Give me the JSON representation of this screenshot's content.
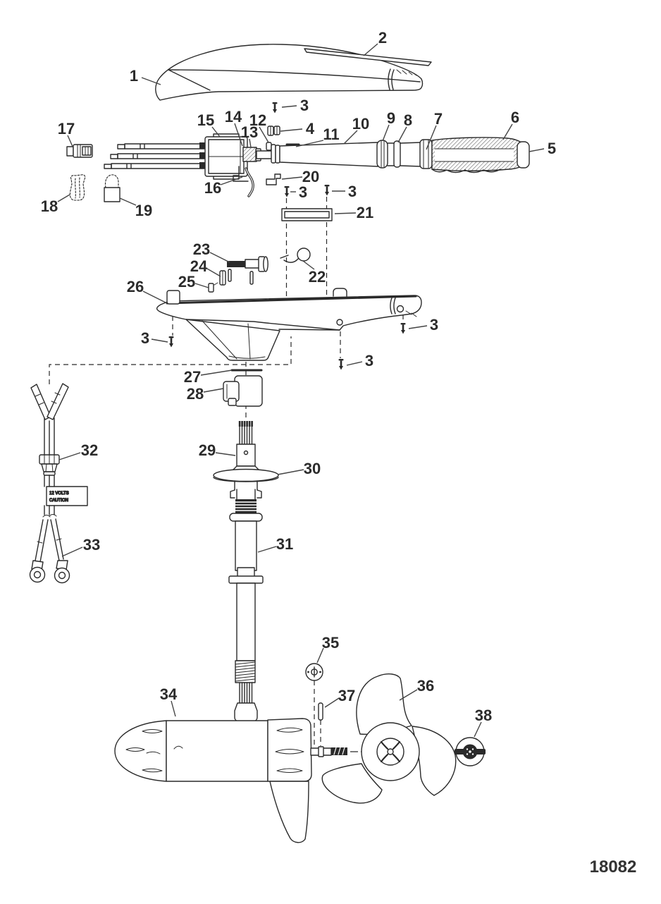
{
  "doc": {
    "number": "18082"
  },
  "tag": {
    "line1": "12 VOLTS",
    "line2": "CAUTION"
  },
  "colors": {
    "ink": "#2a2a2a",
    "label": "#2b2b2b",
    "leader": "#444444",
    "background": "#ffffff"
  },
  "diagram_title": "Trolling motor exploded parts diagram",
  "callouts": [
    {
      "n": "1",
      "label": [
        190,
        107
      ],
      "line": [
        [
          201,
          110
        ],
        [
          228,
          120
        ]
      ]
    },
    {
      "n": "2",
      "label": [
        543,
        53
      ],
      "line": [
        [
          536,
          62
        ],
        [
          516,
          79
        ]
      ]
    },
    {
      "n": "3",
      "label": [
        432,
        149
      ],
      "line": [
        [
          421,
          150
        ],
        [
          400,
          152
        ]
      ]
    },
    {
      "n": "4",
      "label": [
        440,
        182
      ],
      "line": [
        [
          429,
          183
        ],
        [
          398,
          186
        ]
      ]
    },
    {
      "n": "5",
      "label": [
        783,
        210
      ],
      "line": [
        [
          772,
          211
        ],
        [
          751,
          215
        ]
      ]
    },
    {
      "n": "6",
      "label": [
        731,
        166
      ],
      "line": [
        [
          727,
          176
        ],
        [
          714,
          198
        ]
      ]
    },
    {
      "n": "7",
      "label": [
        622,
        168
      ],
      "line": [
        [
          619,
          178
        ],
        [
          605,
          212
        ]
      ]
    },
    {
      "n": "8",
      "label": [
        579,
        170
      ],
      "line": [
        [
          577,
          180
        ],
        [
          565,
          202
        ]
      ]
    },
    {
      "n": "9",
      "label": [
        555,
        167
      ],
      "line": [
        [
          552,
          177
        ],
        [
          543,
          200
        ]
      ]
    },
    {
      "n": "10",
      "label": [
        512,
        175
      ],
      "line": [
        [
          507,
          185
        ],
        [
          488,
          204
        ]
      ]
    },
    {
      "n": "11",
      "label": [
        470,
        190
      ],
      "line": [
        [
          459,
          199
        ],
        [
          420,
          208
        ]
      ]
    },
    {
      "n": "12",
      "label": [
        366,
        170
      ],
      "line": [
        [
          368,
          180
        ],
        [
          381,
          202
        ]
      ]
    },
    {
      "n": "13",
      "label": [
        354,
        187
      ],
      "line": [
        [
          354,
          197
        ],
        [
          356,
          209
        ]
      ]
    },
    {
      "n": "14",
      "label": [
        331,
        165
      ],
      "line": [
        [
          333,
          175
        ],
        [
          344,
          207
        ]
      ]
    },
    {
      "n": "15",
      "label": [
        292,
        170
      ],
      "line": [
        [
          301,
          180
        ],
        [
          312,
          194
        ]
      ]
    },
    {
      "n": "16",
      "label": [
        302,
        266
      ],
      "line": [
        [
          313,
          262
        ],
        [
          344,
          251
        ]
      ]
    },
    {
      "n": "17",
      "label": [
        94,
        182
      ],
      "line": [
        [
          96,
          192
        ],
        [
          104,
          210
        ]
      ]
    },
    {
      "n": "18",
      "label": [
        70,
        292
      ],
      "line": [
        [
          82,
          286
        ],
        [
          99,
          276
        ]
      ]
    },
    {
      "n": "19",
      "label": [
        204,
        298
      ],
      "line": [
        [
          193,
          291
        ],
        [
          170,
          281
        ]
      ]
    },
    {
      "n": "20",
      "label": [
        441,
        250
      ],
      "line": [
        [
          429,
          251
        ],
        [
          400,
          254
        ]
      ]
    },
    {
      "n": "21",
      "label": [
        518,
        301
      ],
      "line": [
        [
          505,
          302
        ],
        [
          475,
          303
        ]
      ]
    },
    {
      "n": "22",
      "label": [
        450,
        392
      ],
      "line": [
        [
          446,
          382
        ],
        [
          430,
          370
        ]
      ]
    },
    {
      "n": "23",
      "label": [
        286,
        353
      ],
      "line": [
        [
          298,
          358
        ],
        [
          326,
          372
        ]
      ]
    },
    {
      "n": "24",
      "label": [
        282,
        377
      ],
      "line": [
        [
          294,
          381
        ],
        [
          313,
          392
        ]
      ]
    },
    {
      "n": "25",
      "label": [
        265,
        399
      ],
      "line": [
        [
          277,
          402
        ],
        [
          296,
          408
        ]
      ]
    },
    {
      "n": "26",
      "label": [
        192,
        406
      ],
      "line": [
        [
          203,
          413
        ],
        [
          237,
          430
        ]
      ]
    },
    {
      "n": "27",
      "label": [
        273,
        534
      ],
      "line": [
        [
          285,
          532
        ],
        [
          329,
          525
        ]
      ]
    },
    {
      "n": "28",
      "label": [
        277,
        558
      ],
      "line": [
        [
          289,
          556
        ],
        [
          317,
          551
        ]
      ]
    },
    {
      "n": "29",
      "label": [
        294,
        638
      ],
      "line": [
        [
          306,
          642
        ],
        [
          334,
          646
        ]
      ]
    },
    {
      "n": "30",
      "label": [
        443,
        664
      ],
      "line": [
        [
          431,
          666
        ],
        [
          394,
          673
        ]
      ]
    },
    {
      "n": "31",
      "label": [
        404,
        771
      ],
      "line": [
        [
          392,
          775
        ],
        [
          366,
          783
        ]
      ]
    },
    {
      "n": "32",
      "label": [
        127,
        638
      ],
      "line": [
        [
          114,
          642
        ],
        [
          84,
          652
        ]
      ]
    },
    {
      "n": "33",
      "label": [
        130,
        772
      ],
      "line": [
        [
          117,
          776
        ],
        [
          88,
          789
        ]
      ]
    },
    {
      "n": "34",
      "label": [
        239,
        984
      ],
      "line": [
        [
          243,
          994
        ],
        [
          249,
          1016
        ]
      ]
    },
    {
      "n": "35",
      "label": [
        469,
        911
      ],
      "line": [
        [
          459,
          919
        ],
        [
          450,
          940
        ]
      ]
    },
    {
      "n": "36",
      "label": [
        604,
        972
      ],
      "line": [
        [
          592,
          978
        ],
        [
          567,
          993
        ]
      ]
    },
    {
      "n": "37",
      "label": [
        492,
        986
      ],
      "line": [
        [
          481,
          990
        ],
        [
          461,
          1003
        ]
      ]
    },
    {
      "n": "38",
      "label": [
        686,
        1014
      ],
      "line": [
        [
          683,
          1024
        ],
        [
          673,
          1045
        ]
      ]
    },
    {
      "n": "3",
      "label": [
        430,
        272
      ],
      "line": [
        [
          420,
          272
        ],
        [
          412,
          272
        ]
      ]
    },
    {
      "n": "3",
      "label": [
        500,
        271
      ],
      "line": [
        [
          490,
          271
        ],
        [
          471,
          271
        ]
      ]
    },
    {
      "n": "3",
      "label": [
        206,
        479
      ],
      "line": [
        [
          215,
          481
        ],
        [
          238,
          485
        ]
      ]
    },
    {
      "n": "3",
      "label": [
        616,
        460
      ],
      "line": [
        [
          606,
          462
        ],
        [
          580,
          466
        ]
      ]
    },
    {
      "n": "3",
      "label": [
        524,
        511
      ],
      "line": [
        [
          514,
          513
        ],
        [
          492,
          518
        ]
      ]
    }
  ]
}
